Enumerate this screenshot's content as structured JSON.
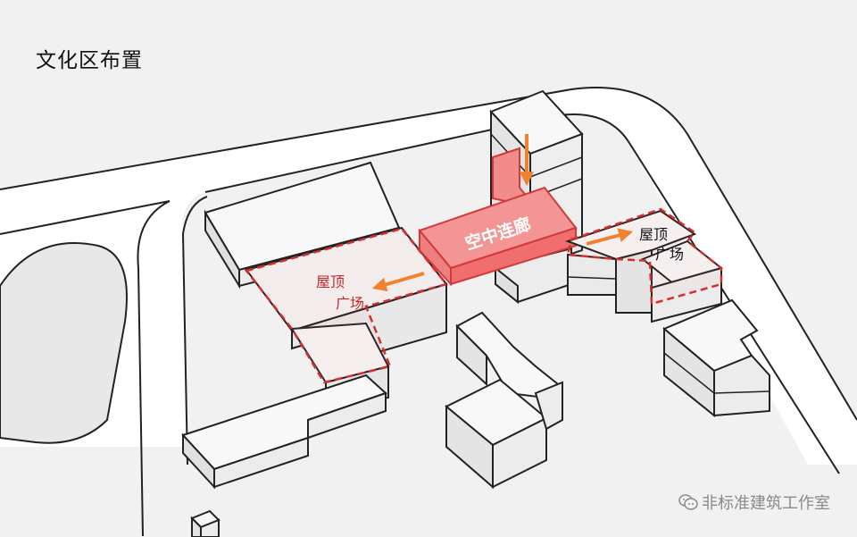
{
  "title": "文化区布置",
  "labels": {
    "skywalk": "空中连廊",
    "roof_left_line1": "屋顶",
    "roof_left_line2": "广场",
    "roof_right_line1": "屋顶",
    "roof_right_line2": "广场"
  },
  "watermark": "非标准建筑工作室",
  "colors": {
    "highlight_fill": "#f07d7d",
    "highlight_stroke": "#d23a3a",
    "dashed_outline": "#d42f2f",
    "arrow": "#f0822d",
    "label_red": "#c62828",
    "building_top": "#f8f8f8",
    "building_side": "#e6e6e6",
    "ground": "#f1f1f1",
    "road": "#ffffff",
    "outline": "#222222"
  }
}
